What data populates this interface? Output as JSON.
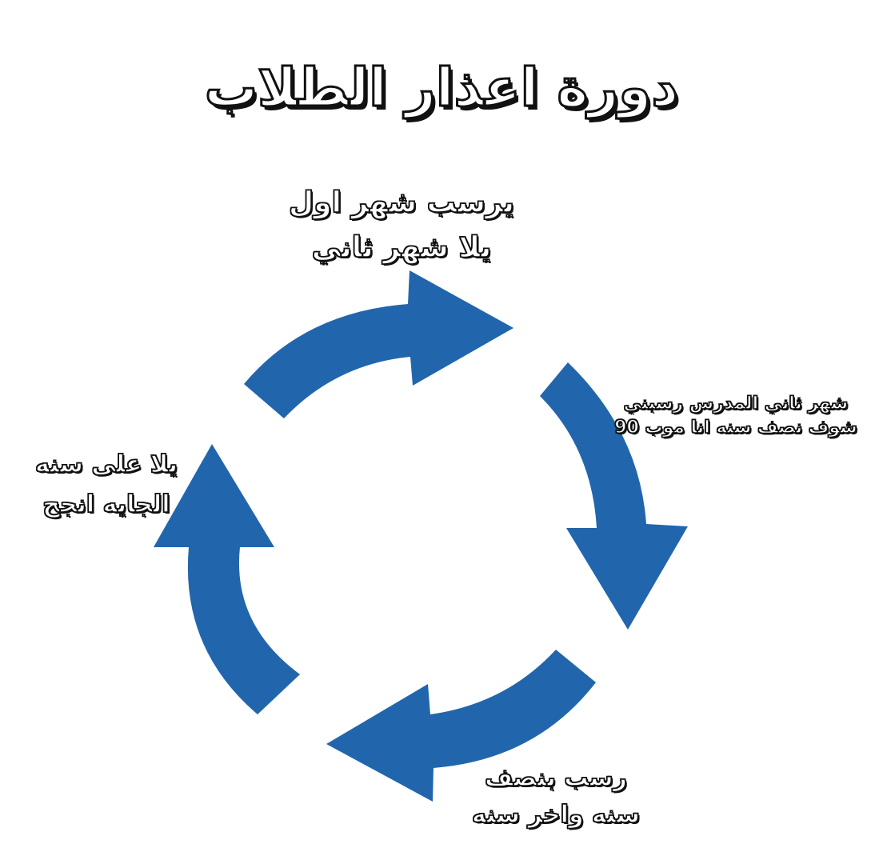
{
  "title": "دورة اعذار الطلاب",
  "colors": {
    "arrow": "#2166ac",
    "background": "#ffffff",
    "text_outline": "#111111"
  },
  "steps": [
    {
      "lines": [
        "يرسب  شهر اول",
        "يلا شهر ثاني"
      ]
    },
    {
      "lines": [
        "شهر ثاني  المدرس رسبني",
        "شوف نصف سنه انا موب 90"
      ]
    },
    {
      "lines": [
        "رسب بنصف",
        "سنه  واخر سنه"
      ]
    },
    {
      "lines": [
        "يلا على سنه",
        "الجايه انجح"
      ]
    }
  ]
}
